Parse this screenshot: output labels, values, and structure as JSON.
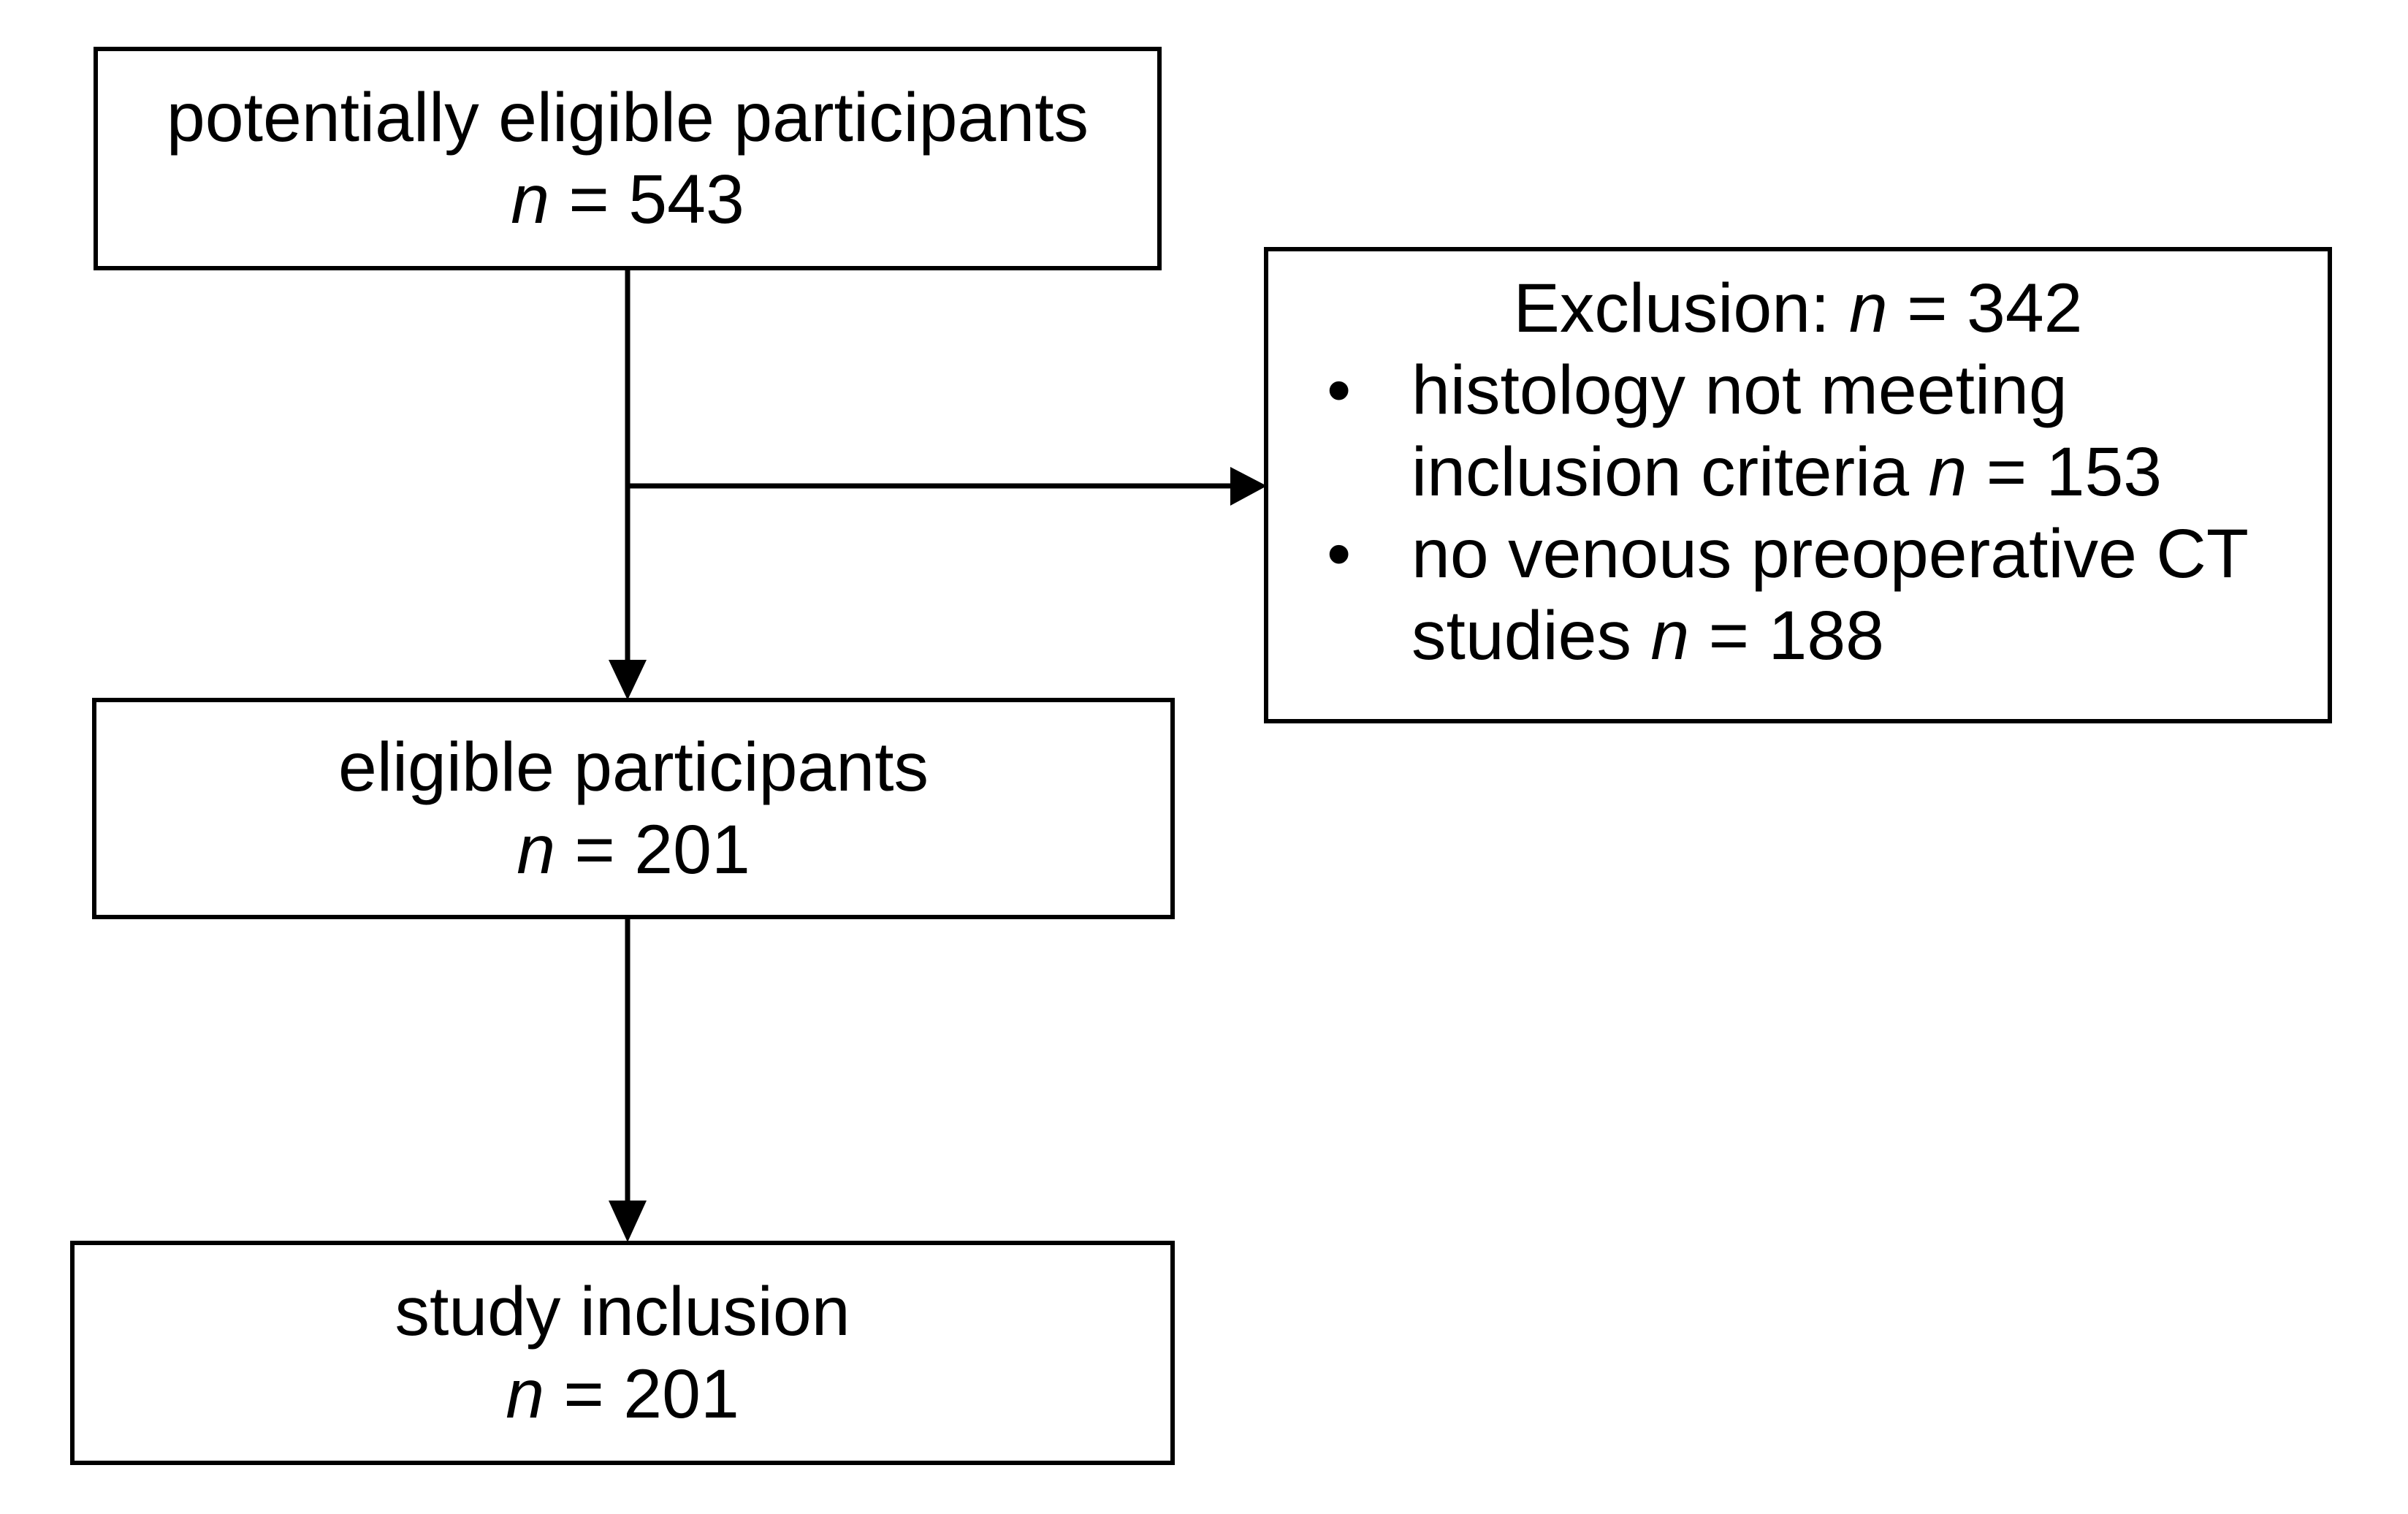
{
  "figure": {
    "type": "participant-flow-diagram",
    "background_color": "#ffffff",
    "stroke_color": "#000000"
  },
  "nodes": {
    "potentially_eligible": {
      "label": "potentially eligible participants",
      "n_symbol": "n",
      "n_text": " = 543",
      "count": 543
    },
    "eligible": {
      "label": "eligible participants",
      "n_symbol": "n",
      "n_text": " = 201",
      "count": 201
    },
    "study_inclusion": {
      "label": "study inclusion",
      "n_symbol": "n",
      "n_text": " = 201",
      "count": 201
    },
    "exclusion": {
      "title_prefix": "Exclusion: ",
      "title_n_symbol": "n",
      "title_n_text": " = 342",
      "count": 342,
      "bullet_marker": "•",
      "items": [
        {
          "text_before": "histology not meeting inclusion criteria ",
          "n_symbol": "n",
          "text_after": " = 153",
          "count": 153
        },
        {
          "text_before": "no venous preoperative CT studies ",
          "n_symbol": "n",
          "text_after": " = 188",
          "count": 188
        }
      ]
    }
  },
  "edges": [
    {
      "name": "potentially-eligible-to-eligible",
      "from": "potentially_eligible",
      "to": "eligible",
      "direction": "down",
      "arrowhead": true
    },
    {
      "name": "potentially-eligible-to-exclusion",
      "from": "potentially_eligible",
      "to": "exclusion",
      "direction": "right",
      "arrowhead": true
    },
    {
      "name": "eligible-to-study-inclusion",
      "from": "eligible",
      "to": "study_inclusion",
      "direction": "down",
      "arrowhead": true
    }
  ]
}
